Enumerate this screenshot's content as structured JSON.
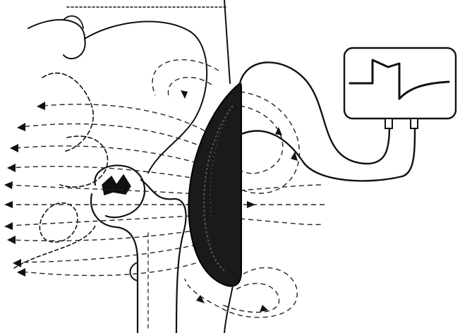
{
  "figure": {
    "description_visible_text": "",
    "elements": [
      {
        "name": "pelvis-bone",
        "kind": "anatomy"
      },
      {
        "name": "femur-bone",
        "kind": "anatomy"
      },
      {
        "name": "fracture-site",
        "kind": "anatomy"
      },
      {
        "name": "stimulation-coil",
        "kind": "device"
      },
      {
        "name": "magnetic-field-lines",
        "kind": "field"
      },
      {
        "name": "pulse-generator",
        "kind": "device"
      },
      {
        "name": "coil-cable",
        "kind": "device"
      }
    ],
    "colors": {
      "ink": "#111111",
      "paper": "#ffffff",
      "coil": "#1a1a1a"
    }
  }
}
